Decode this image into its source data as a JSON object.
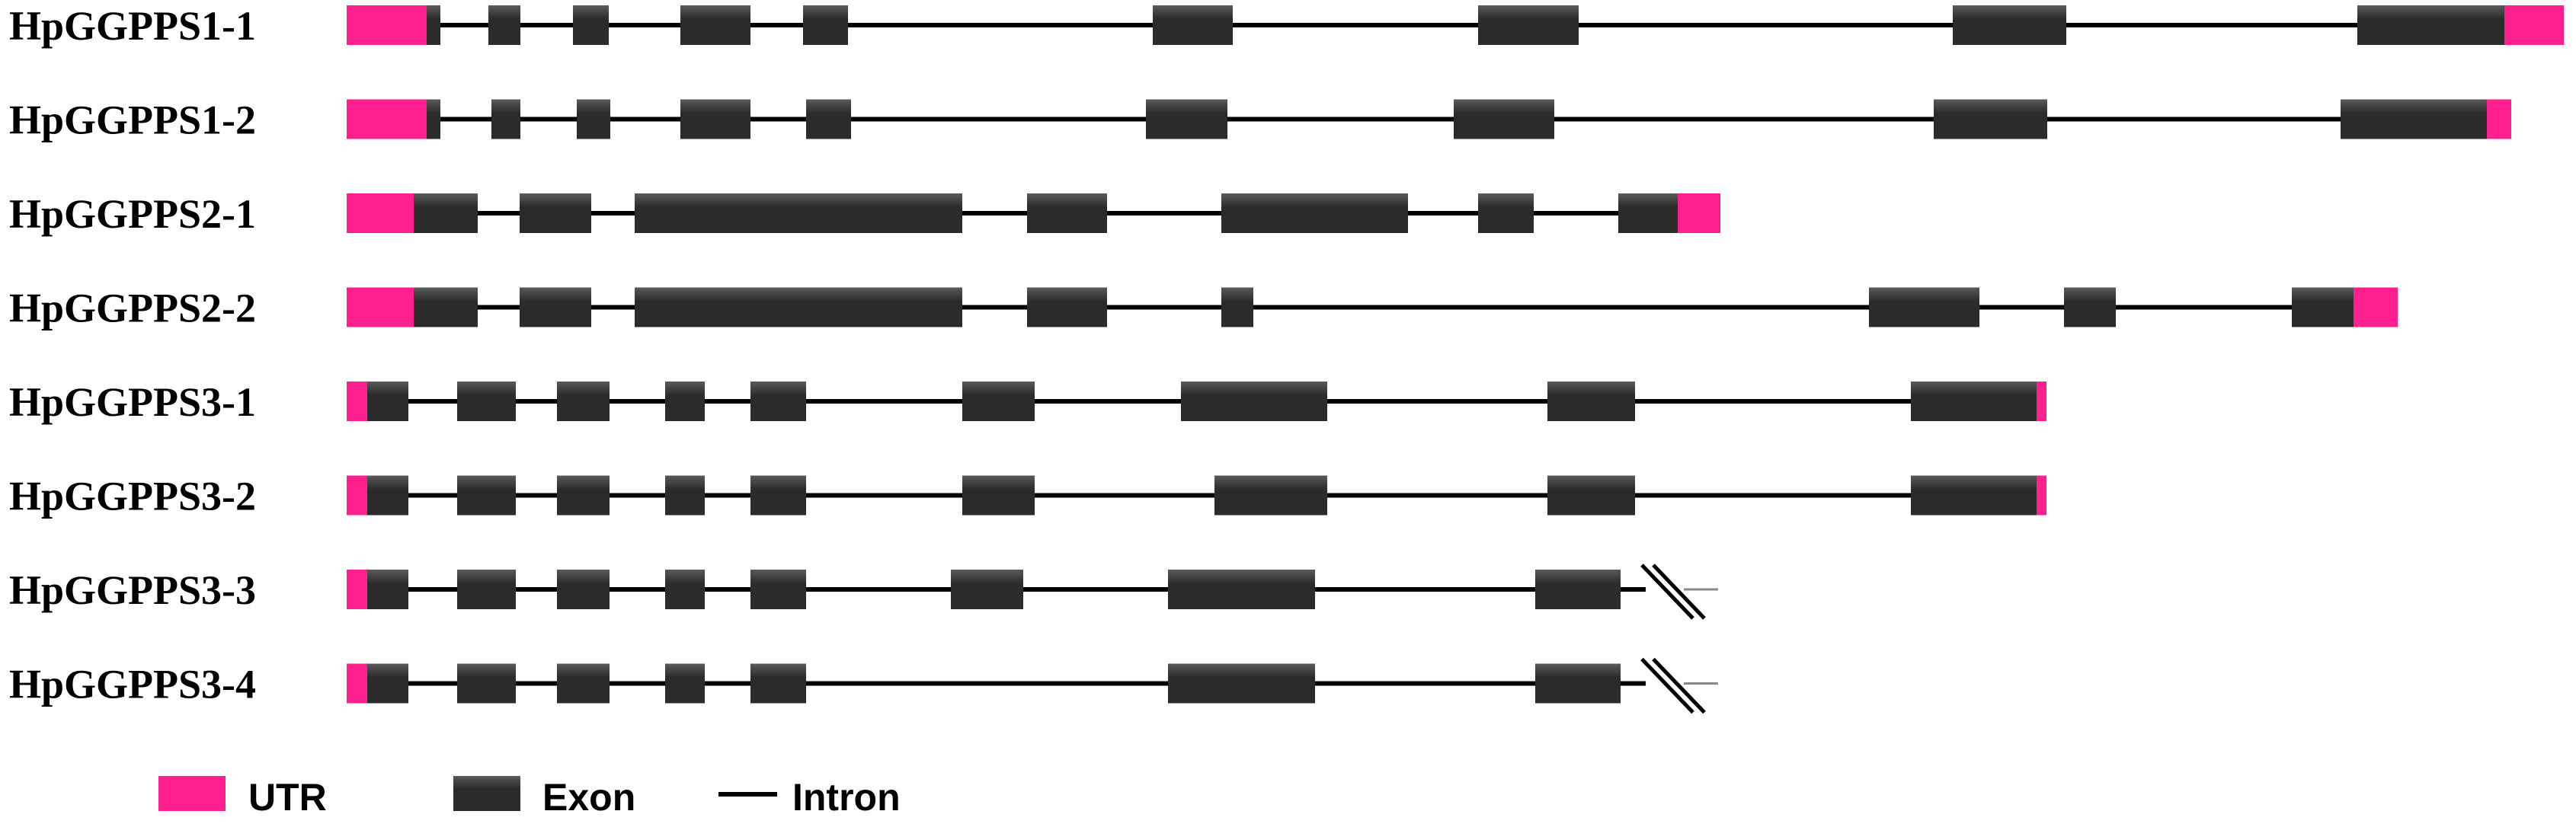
{
  "colors": {
    "utr": "#ff1f8f",
    "exon": "#2b2b2b",
    "exon_highlight": "#5a5a5a",
    "intron": "#000000"
  },
  "legend": {
    "utr": "UTR",
    "exon": "Exon",
    "intron": "Intron"
  },
  "genes": [
    {
      "name": "HpGGPPS1-1",
      "intron": [
        455,
        3365
      ],
      "exons": [
        [
          560,
          578
        ],
        [
          641,
          683
        ],
        [
          752,
          799
        ],
        [
          893,
          985
        ],
        [
          1054,
          1113
        ],
        [
          1513,
          1618
        ],
        [
          1940,
          2072
        ],
        [
          2563,
          2712
        ],
        [
          3094,
          3287
        ]
      ],
      "utr": [
        [
          455,
          560
        ],
        [
          3287,
          3365
        ]
      ]
    },
    {
      "name": "HpGGPPS1-2",
      "intron": [
        455,
        3296
      ],
      "exons": [
        [
          560,
          578
        ],
        [
          645,
          683
        ],
        [
          757,
          801
        ],
        [
          893,
          985
        ],
        [
          1058,
          1117
        ],
        [
          1504,
          1611
        ],
        [
          1908,
          2040
        ],
        [
          2538,
          2687
        ],
        [
          3072,
          3264
        ]
      ],
      "utr": [
        [
          455,
          560
        ],
        [
          3264,
          3296
        ]
      ]
    },
    {
      "name": "HpGGPPS2-1",
      "intron": [
        455,
        2258
      ],
      "exons": [
        [
          543,
          627
        ],
        [
          682,
          776
        ],
        [
          833,
          1263
        ],
        [
          1348,
          1453
        ],
        [
          1603,
          1848
        ],
        [
          1940,
          2013
        ],
        [
          2124,
          2202
        ]
      ],
      "utr": [
        [
          455,
          543
        ],
        [
          2202,
          2258
        ]
      ]
    },
    {
      "name": "HpGGPPS2-2",
      "intron": [
        455,
        3147
      ],
      "exons": [
        [
          543,
          627
        ],
        [
          682,
          776
        ],
        [
          833,
          1263
        ],
        [
          1348,
          1453
        ],
        [
          1603,
          1645
        ],
        [
          2453,
          2598
        ],
        [
          2709,
          2777
        ],
        [
          3008,
          3089
        ]
      ],
      "utr": [
        [
          455,
          543
        ],
        [
          3089,
          3147
        ]
      ]
    },
    {
      "name": "HpGGPPS3-1",
      "intron": [
        455,
        2686
      ],
      "exons": [
        [
          482,
          536
        ],
        [
          600,
          677
        ],
        [
          731,
          800
        ],
        [
          873,
          925
        ],
        [
          985,
          1058
        ],
        [
          1263,
          1358
        ],
        [
          1550,
          1742
        ],
        [
          2031,
          2146
        ],
        [
          2508,
          2673
        ]
      ],
      "utr": [
        [
          455,
          482
        ],
        [
          2673,
          2686
        ]
      ]
    },
    {
      "name": "HpGGPPS3-2",
      "intron": [
        455,
        2686
      ],
      "exons": [
        [
          482,
          536
        ],
        [
          600,
          677
        ],
        [
          731,
          800
        ],
        [
          873,
          925
        ],
        [
          985,
          1058
        ],
        [
          1263,
          1358
        ],
        [
          1594,
          1742
        ],
        [
          2031,
          2146
        ],
        [
          2508,
          2673
        ]
      ],
      "utr": [
        [
          455,
          482
        ],
        [
          2673,
          2686
        ]
      ]
    },
    {
      "name": "HpGGPPS3-3",
      "intron": [
        455,
        2160
      ],
      "exons": [
        [
          482,
          536
        ],
        [
          600,
          677
        ],
        [
          731,
          800
        ],
        [
          873,
          925
        ],
        [
          985,
          1058
        ],
        [
          1248,
          1343
        ],
        [
          1533,
          1726
        ],
        [
          2015,
          2127
        ]
      ],
      "utr": [
        [
          455,
          482
        ]
      ],
      "truncated": true
    },
    {
      "name": "HpGGPPS3-4",
      "intron": [
        455,
        2160
      ],
      "exons": [
        [
          482,
          536
        ],
        [
          600,
          677
        ],
        [
          731,
          800
        ],
        [
          873,
          925
        ],
        [
          985,
          1058
        ],
        [
          1533,
          1726
        ],
        [
          2015,
          2127
        ]
      ],
      "utr": [
        [
          455,
          482
        ]
      ],
      "truncated": true
    }
  ]
}
